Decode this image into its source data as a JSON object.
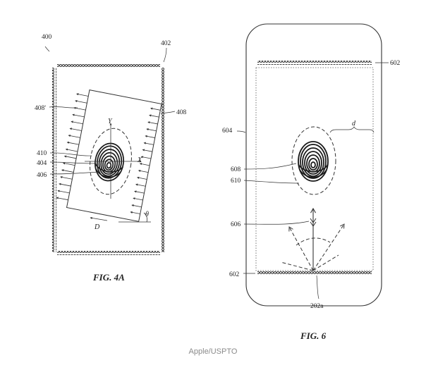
{
  "figure_4a": {
    "caption": "FIG. 4A",
    "labels": {
      "device": "400",
      "transducer": "402",
      "array_left": "408'",
      "array_right": "408",
      "finger_label_a": "410",
      "finger_label_b": "404",
      "finger_label_c": "406",
      "axis_y": "Y",
      "axis_x": "X",
      "angle": "θ",
      "direction": "D"
    }
  },
  "figure_6": {
    "caption": "FIG. 6",
    "labels": {
      "transducer_top": "602",
      "transducer_bottom": "602",
      "housing": "604",
      "distance": "d",
      "finger_a": "608",
      "finger_b": "610",
      "wave": "606",
      "source": "202a"
    }
  },
  "credit": "Apple/USPTO"
}
